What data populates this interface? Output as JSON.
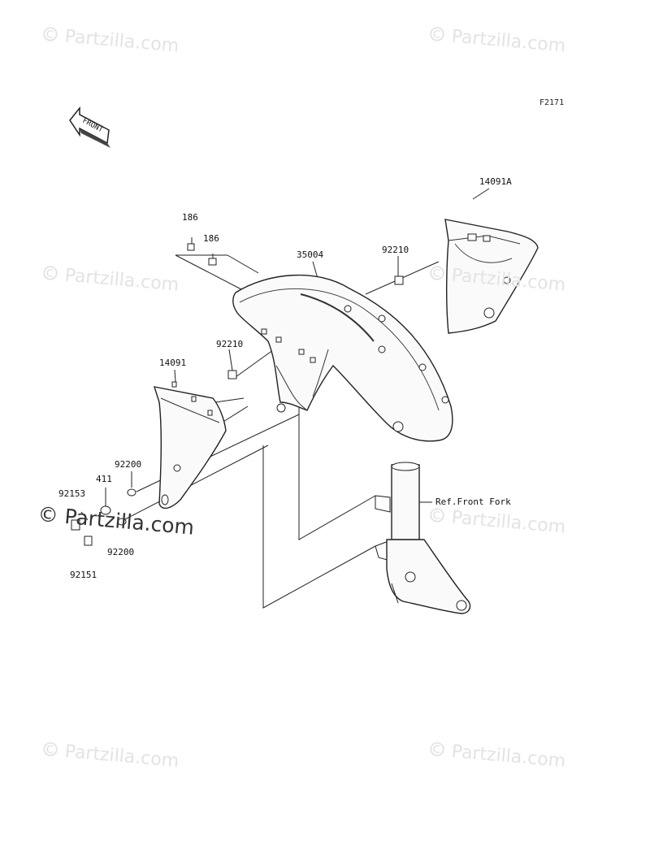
{
  "figure_code": "F2171",
  "front_arrow": "FRONT",
  "watermark": "© Partzilla.com",
  "parts": {
    "p186a": "186",
    "p186b": "186",
    "p35004": "35004",
    "p92210a": "92210",
    "p92210b": "92210",
    "p14091A": "14091A",
    "p14091": "14091",
    "p92200a": "92200",
    "p411": "411",
    "p92153": "92153",
    "p92200b": "92200",
    "p92151": "92151",
    "ref_front_fork": "Ref.Front Fork"
  }
}
